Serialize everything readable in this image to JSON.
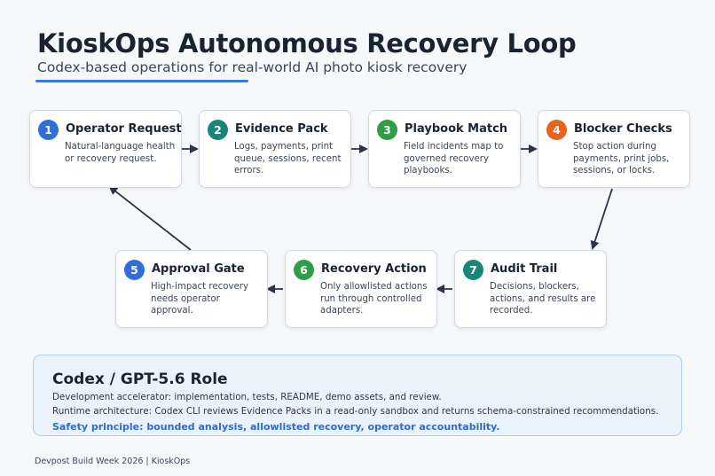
{
  "header": {
    "title": "KioskOps Autonomous Recovery Loop",
    "subtitle": "Codex-based operations for real-world AI photo kiosk recovery"
  },
  "steps": [
    {
      "number": "1",
      "title": "Operator Request",
      "description": "Natural-language health or recovery request.",
      "color": "#2f6fdb"
    },
    {
      "number": "2",
      "title": "Evidence Pack",
      "description": "Logs, payments, print queue, sessions, recent errors.",
      "color": "#17877a"
    },
    {
      "number": "3",
      "title": "Playbook Match",
      "description": "Field incidents map to governed recovery playbooks.",
      "color": "#2e9d45"
    },
    {
      "number": "4",
      "title": "Blocker Checks",
      "description": "Stop action during payments, print jobs, sessions, or locks.",
      "color": "#e8641b"
    },
    {
      "number": "5",
      "title": "Approval Gate",
      "description": "High-impact recovery needs operator approval.",
      "color": "#2f6fdb"
    },
    {
      "number": "6",
      "title": "Recovery Action",
      "description": "Only allowlisted actions run through controlled adapters.",
      "color": "#2e9d45"
    },
    {
      "number": "7",
      "title": "Audit Trail",
      "description": "Decisions, blockers, actions, and results are recorded.",
      "color": "#17877a"
    }
  ],
  "role": {
    "title": "Codex / GPT-5.6 Role",
    "line1": "Development accelerator: implementation, tests, README, demo assets, and review.",
    "line2": "Runtime architecture: Codex CLI reviews Evidence Packs in a read-only sandbox and returns schema-constrained recommendations.",
    "safety": "Safety principle: bounded analysis, allowlisted recovery, operator accountability."
  },
  "footer": "Devpost Build Week 2026 | KioskOps",
  "colors": {
    "accent": "#3c78d8",
    "arrow": "#2b3444",
    "panel_bg": "#eaf2fc"
  }
}
